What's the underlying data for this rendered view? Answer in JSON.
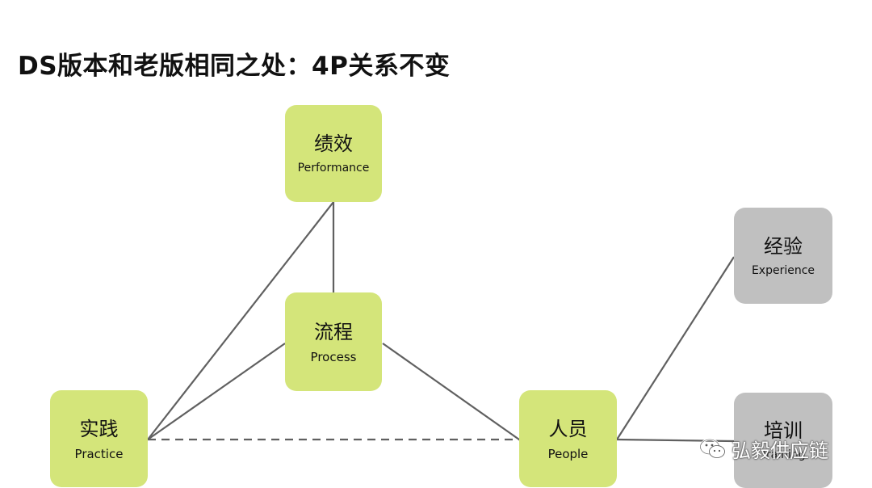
{
  "title": "DS版本和老版相同之处：4P关系不变",
  "nodes": {
    "performance": {
      "cn": "绩效",
      "en": "Performance"
    },
    "process": {
      "cn": "流程",
      "en": "Process"
    },
    "practice": {
      "cn": "实践",
      "en": "Practice"
    },
    "people": {
      "cn": "人员",
      "en": "People"
    },
    "experience": {
      "cn": "经验",
      "en": "Experience"
    },
    "training": {
      "cn": "培训",
      "en": "Training"
    }
  },
  "watermark": {
    "text": "弘毅供应链",
    "icon": "wechat-icon"
  },
  "colors": {
    "core_node": "#d4e57a",
    "secondary_node": "#c0c0c0",
    "connector": "#606060"
  }
}
